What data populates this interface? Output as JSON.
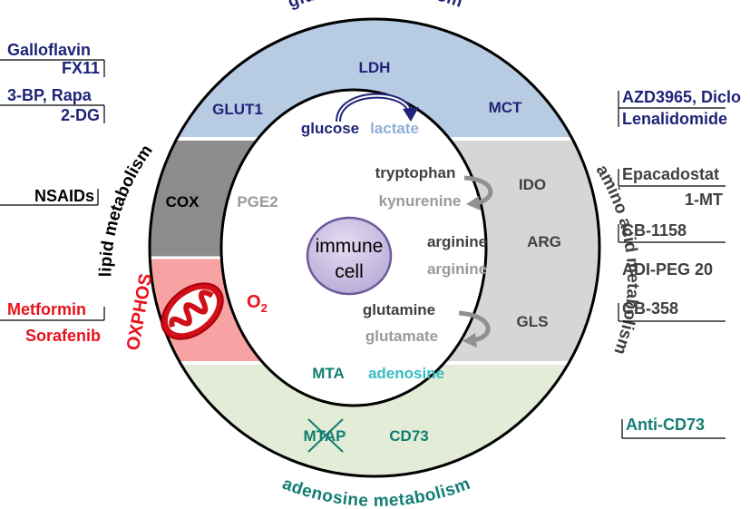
{
  "arcs": {
    "top": "glucose metabolism",
    "left": "lipid metabolism",
    "right": "amino acid metabolism",
    "bottom": "adenosine metabolism",
    "oxphos": "OXPHOS"
  },
  "sectors": {
    "glucose": {
      "ldh": "LDH",
      "glut1": "GLUT1",
      "mct": "MCT",
      "color": "#b7cbe3"
    },
    "lipid": {
      "cox": "COX",
      "color": "#8c8c8c"
    },
    "oxphos": {
      "color": "#f7a3a3"
    },
    "amino": {
      "ido": "IDO",
      "arg": "ARG",
      "gls": "GLS",
      "color": "#d6d6d6"
    },
    "adenosine": {
      "mtap": "MTAP",
      "cd73": "CD73",
      "color": "#e2ecd6"
    }
  },
  "inner": {
    "glucose": "glucose",
    "lactate": "lactate",
    "pge2": "PGE2",
    "o2": "O",
    "o2_sub": "2",
    "tryptophan": "tryptophan",
    "kynurenine": "kynurenine",
    "arginine_in": "arginine",
    "arginine_out": "arginine",
    "glutamine": "glutamine",
    "glutamate": "glutamate",
    "mta": "MTA",
    "adenosine": "adenosine",
    "immune_cell_line1": "immune",
    "immune_cell_line2": "cell"
  },
  "drugs_left": {
    "galloflavin": "Galloflavin",
    "fx11": "FX11",
    "bp_rapa": "3-BP, Rapa",
    "dg": "2-DG",
    "nsaids": "NSAIDs",
    "metformin": "Metformin",
    "sorafenib": "Sorafenib"
  },
  "drugs_right": {
    "azd_diclo": "AZD3965, Diclo",
    "lenalidomide": "Lenalidomide",
    "epacadostat": "Epacadostat",
    "mt": "1-MT",
    "cb1158": "CB-1158",
    "adi_peg": "ADI-PEG 20",
    "cb358": "CB-358",
    "anti_cd73": "Anti-CD73"
  },
  "colors": {
    "navy": "#1f2478",
    "red": "#e8121b",
    "teal": "#127e73",
    "cyan": "#35bcc1",
    "dark_text": "#404040",
    "grey_text": "#9a9a9a",
    "lactate": "#8fb0d8",
    "cell_fill": "#cfc3e4",
    "cell_stroke": "#6b5a9a",
    "dashed": "#a0a0a0"
  }
}
